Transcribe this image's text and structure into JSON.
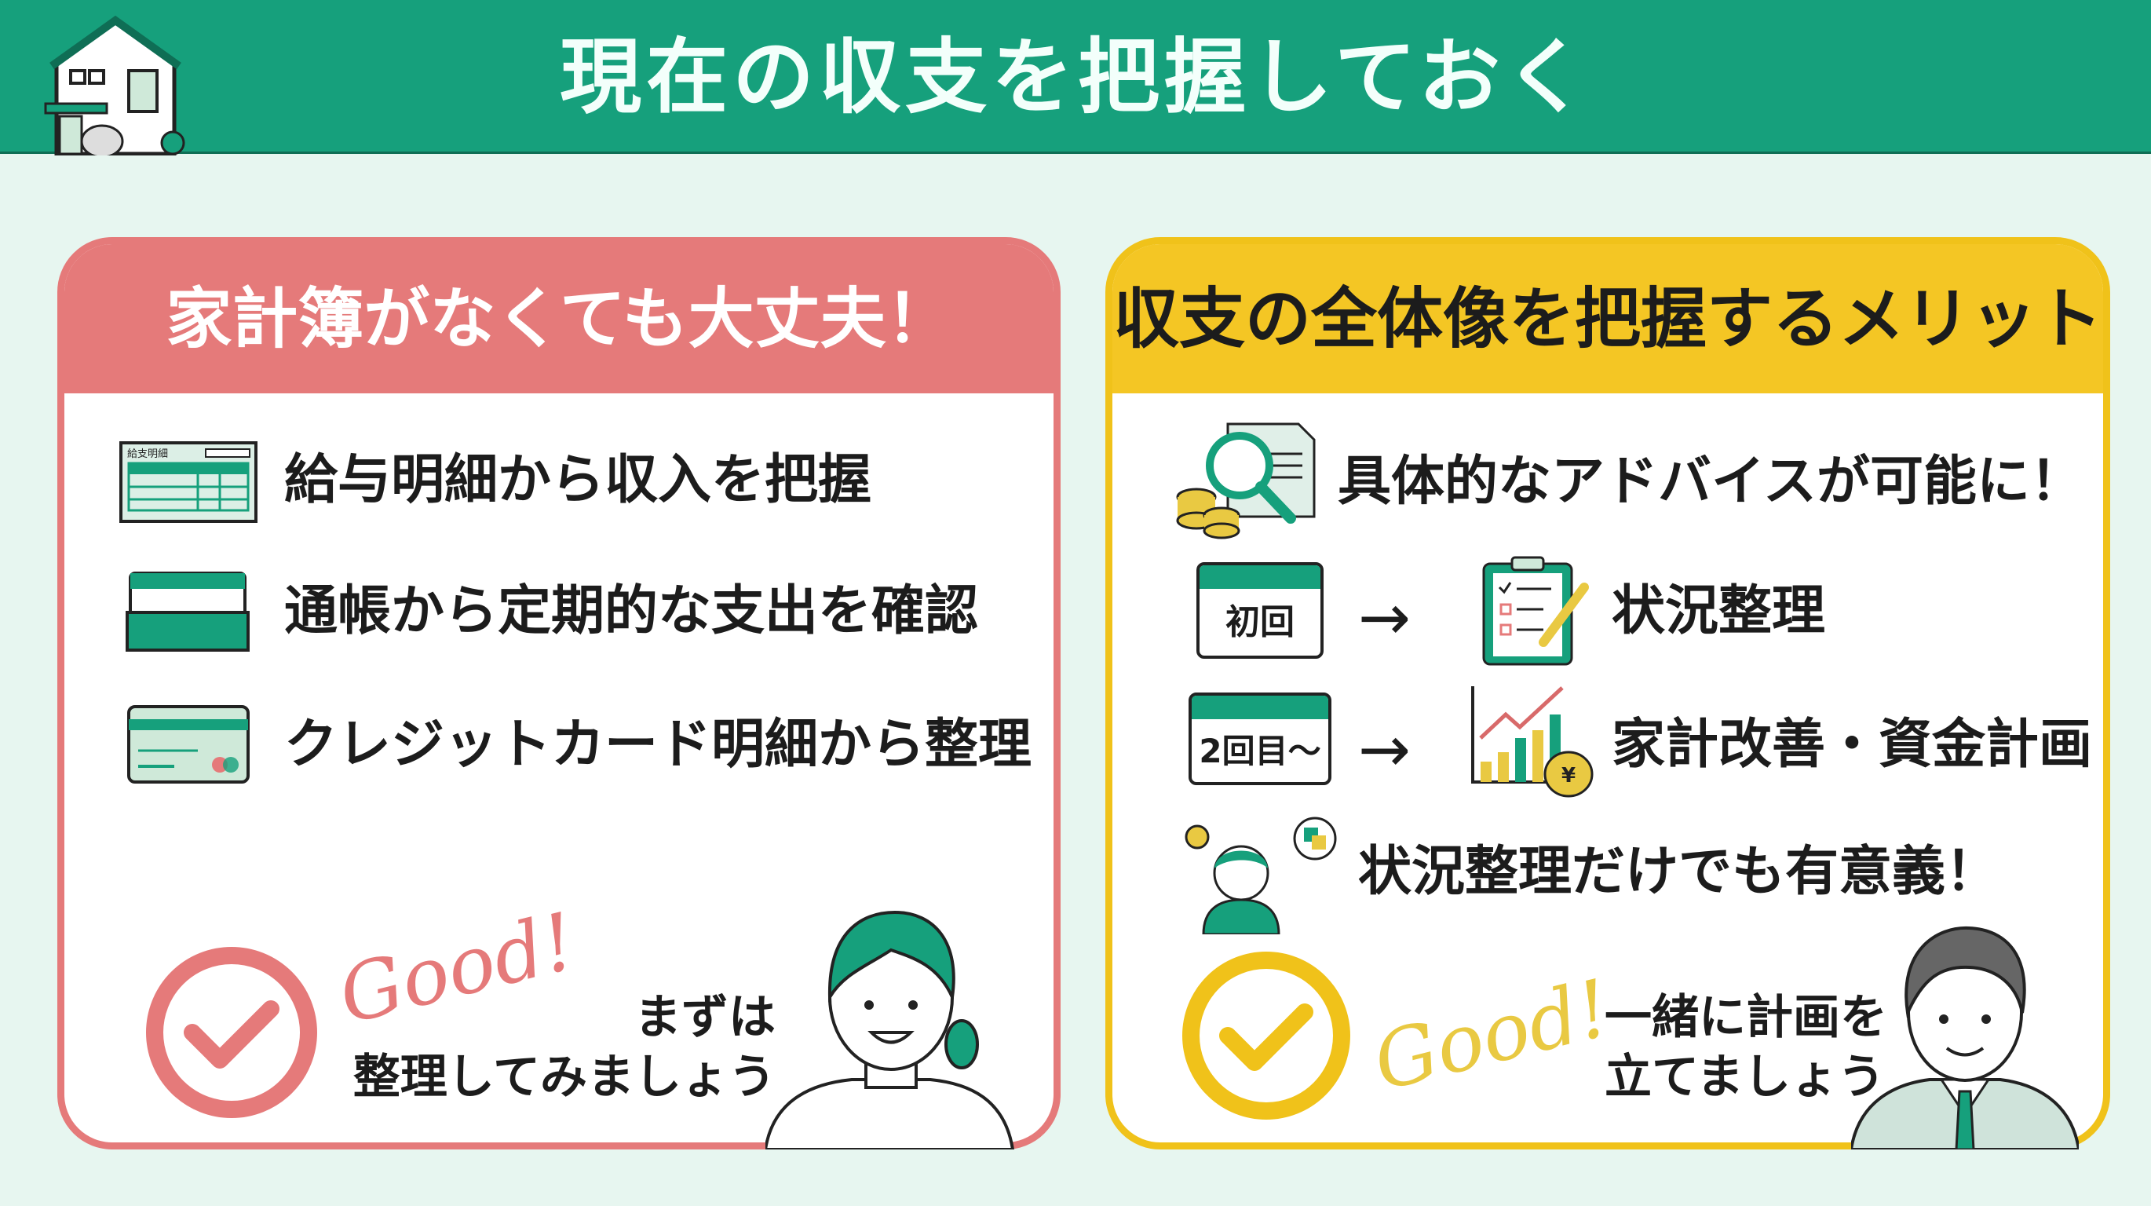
{
  "header": {
    "title": "現在の収支を把握しておく",
    "icon": "house-icon"
  },
  "left_card": {
    "title": "家計簿がなくても大丈夫！",
    "items": [
      {
        "icon": "payslip-icon",
        "label": "給与明細から収入を把握",
        "icon_text": "給支明細"
      },
      {
        "icon": "bankbook-icon",
        "label": "通帳から定期的な支出を確認"
      },
      {
        "icon": "credit-card-icon",
        "label": "クレジットカード明細から整理"
      }
    ],
    "good": "Good!",
    "message": [
      "まずは",
      "整理してみましょう"
    ],
    "color": "#e57a7a"
  },
  "right_card": {
    "title": "収支の全体像を把握するメリット",
    "item1": "具体的なアドバイスが可能に！",
    "row2": {
      "calendar": "初回",
      "arrow": "→",
      "label": "状況整理"
    },
    "row3": {
      "calendar": "2回目～",
      "arrow": "→",
      "label": "家計改善・資金計画",
      "yen": "¥"
    },
    "item4": "状況整理だけでも有意義！",
    "good": "Good!",
    "message": [
      "一緒に計画を",
      "立てましょう"
    ],
    "color": "#f0c21a"
  }
}
